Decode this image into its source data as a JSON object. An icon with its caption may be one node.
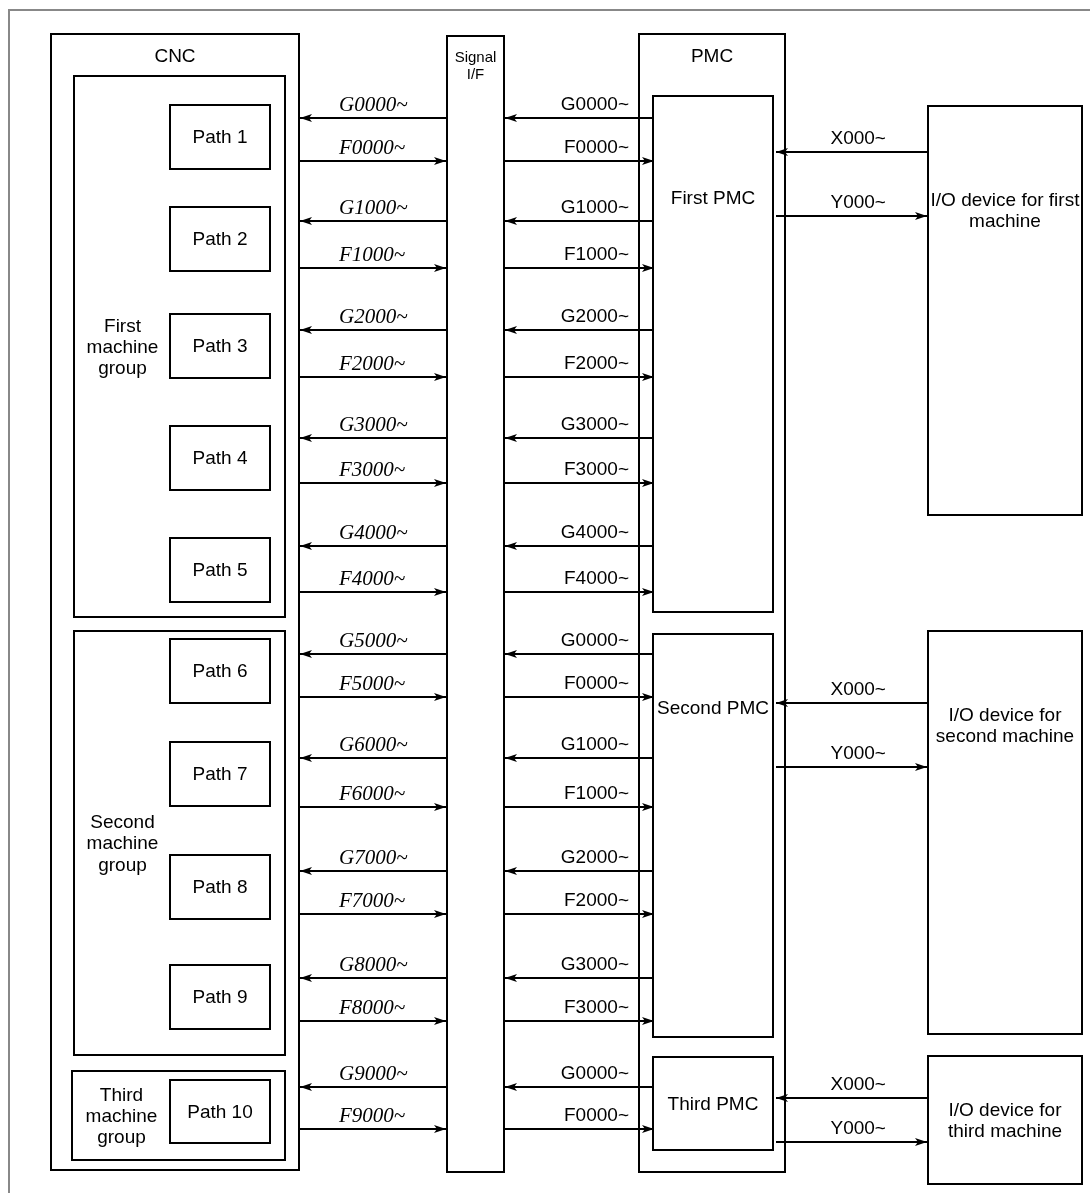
{
  "diagram": {
    "nodes": [
      {
        "text": [
          "CNC"
        ]
      },
      {
        "text": [
          "First machine group"
        ],
        "in": 0
      },
      {
        "text": [
          "Path 1"
        ],
        "in": 1
      },
      {
        "text": [
          "Path 2"
        ],
        "in": 1
      },
      {
        "text": [
          "Path 3"
        ],
        "in": 1
      },
      {
        "text": [
          "Path 4"
        ],
        "in": 1
      },
      {
        "text": [
          "Path 5"
        ],
        "in": 1
      },
      {
        "text": [
          "Second machine group"
        ],
        "in": 0
      },
      {
        "text": [
          "Path 6"
        ],
        "in": 7
      },
      {
        "text": [
          "Path 7"
        ],
        "in": 7
      },
      {
        "text": [
          "Path 8"
        ],
        "in": 7
      },
      {
        "text": [
          "Path 9"
        ],
        "in": 7
      },
      {
        "text": [
          "Third machine group"
        ],
        "in": 0
      },
      {
        "text": [
          "Path 10"
        ],
        "in": 12
      },
      {
        "text": [
          "Signal I/F"
        ]
      },
      {
        "text": [
          "PMC"
        ]
      },
      {
        "text": [
          "First PMC"
        ],
        "in": 15
      },
      {
        "text": [
          "Second PMC"
        ],
        "in": 15
      },
      {
        "text": [
          "Third PMC"
        ],
        "in": 15
      },
      {
        "text": [
          "I/O device for first machine"
        ]
      },
      {
        "text": [
          "I/O device for second machine"
        ]
      },
      {
        "text": [
          "I/O device for third machine"
        ]
      }
    ],
    "edges": [
      {
        "from": 14,
        "to": 0,
        "arrow": "to",
        "label": "G0000~"
      },
      {
        "from": 16,
        "to": 14,
        "arrow": "to",
        "label": "G0000~"
      },
      {
        "from": 0,
        "to": 14,
        "arrow": "to",
        "label": "F0000~"
      },
      {
        "from": 14,
        "to": 16,
        "arrow": "to",
        "label": "F0000~"
      },
      {
        "from": 14,
        "to": 0,
        "arrow": "to",
        "label": "G1000~"
      },
      {
        "from": 16,
        "to": 14,
        "arrow": "to",
        "label": "G1000~"
      },
      {
        "from": 0,
        "to": 14,
        "arrow": "to",
        "label": "F1000~"
      },
      {
        "from": 14,
        "to": 16,
        "arrow": "to",
        "label": "F1000~"
      },
      {
        "from": 14,
        "to": 0,
        "arrow": "to",
        "label": "G2000~"
      },
      {
        "from": 16,
        "to": 14,
        "arrow": "to",
        "label": "G2000~"
      },
      {
        "from": 0,
        "to": 14,
        "arrow": "to",
        "label": "F2000~"
      },
      {
        "from": 14,
        "to": 16,
        "arrow": "to",
        "label": "F2000~"
      },
      {
        "from": 14,
        "to": 0,
        "arrow": "to",
        "label": "G3000~"
      },
      {
        "from": 16,
        "to": 14,
        "arrow": "to",
        "label": "G3000~"
      },
      {
        "from": 0,
        "to": 14,
        "arrow": "to",
        "label": "F3000~"
      },
      {
        "from": 14,
        "to": 16,
        "arrow": "to",
        "label": "F3000~"
      },
      {
        "from": 14,
        "to": 0,
        "arrow": "to",
        "label": "G4000~"
      },
      {
        "from": 16,
        "to": 14,
        "arrow": "to",
        "label": "G4000~"
      },
      {
        "from": 0,
        "to": 14,
        "arrow": "to",
        "label": "F4000~"
      },
      {
        "from": 14,
        "to": 16,
        "arrow": "to",
        "label": "F4000~"
      },
      {
        "from": 14,
        "to": 0,
        "arrow": "to",
        "label": "G5000~"
      },
      {
        "from": 17,
        "to": 14,
        "arrow": "to",
        "label": "G0000~"
      },
      {
        "from": 0,
        "to": 14,
        "arrow": "to",
        "label": "F5000~"
      },
      {
        "from": 14,
        "to": 17,
        "arrow": "to",
        "label": "F0000~"
      },
      {
        "from": 14,
        "to": 0,
        "arrow": "to",
        "label": "G6000~"
      },
      {
        "from": 17,
        "to": 14,
        "arrow": "to",
        "label": "G1000~"
      },
      {
        "from": 0,
        "to": 14,
        "arrow": "to",
        "label": "F6000~"
      },
      {
        "from": 14,
        "to": 17,
        "arrow": "to",
        "label": "F1000~"
      },
      {
        "from": 14,
        "to": 0,
        "arrow": "to",
        "label": "G7000~"
      },
      {
        "from": 17,
        "to": 14,
        "arrow": "to",
        "label": "G2000~"
      },
      {
        "from": 0,
        "to": 14,
        "arrow": "to",
        "label": "F7000~"
      },
      {
        "from": 14,
        "to": 17,
        "arrow": "to",
        "label": "F2000~"
      },
      {
        "from": 14,
        "to": 0,
        "arrow": "to",
        "label": "G8000~"
      },
      {
        "from": 17,
        "to": 14,
        "arrow": "to",
        "label": "G3000~"
      },
      {
        "from": 0,
        "to": 14,
        "arrow": "to",
        "label": "F8000~"
      },
      {
        "from": 14,
        "to": 17,
        "arrow": "to",
        "label": "F3000~"
      },
      {
        "from": 14,
        "to": 0,
        "arrow": "to",
        "label": "G9000~"
      },
      {
        "from": 18,
        "to": 14,
        "arrow": "to",
        "label": "G0000~"
      },
      {
        "from": 0,
        "to": 14,
        "arrow": "to",
        "label": "F9000~"
      },
      {
        "from": 14,
        "to": 18,
        "arrow": "to",
        "label": "F0000~"
      },
      {
        "from": 19,
        "to": 16,
        "arrow": "to",
        "label": "X000~"
      },
      {
        "from": 16,
        "to": 19,
        "arrow": "to",
        "label": "Y000~"
      },
      {
        "from": 20,
        "to": 17,
        "arrow": "to",
        "label": "X000~"
      },
      {
        "from": 17,
        "to": 20,
        "arrow": "to",
        "label": "Y000~"
      },
      {
        "from": 21,
        "to": 18,
        "arrow": "to",
        "label": "X000~"
      },
      {
        "from": 18,
        "to": 21,
        "arrow": "to",
        "label": "Y000~"
      }
    ]
  }
}
